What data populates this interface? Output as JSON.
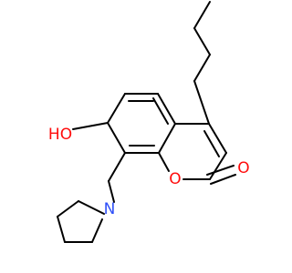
{
  "molecule": {
    "atoms": [
      {
        "id": "O_hydroxyl",
        "label": "HO",
        "color": "#ff0d0d"
      },
      {
        "id": "O_ring",
        "label": "O",
        "color": "#ff0d0d"
      },
      {
        "id": "O_carbonyl",
        "label": "O",
        "color": "#ff0d0d"
      },
      {
        "id": "N_pyrrolidine",
        "label": "N",
        "color": "#3050f8"
      }
    ],
    "bond_color": "#000000"
  }
}
